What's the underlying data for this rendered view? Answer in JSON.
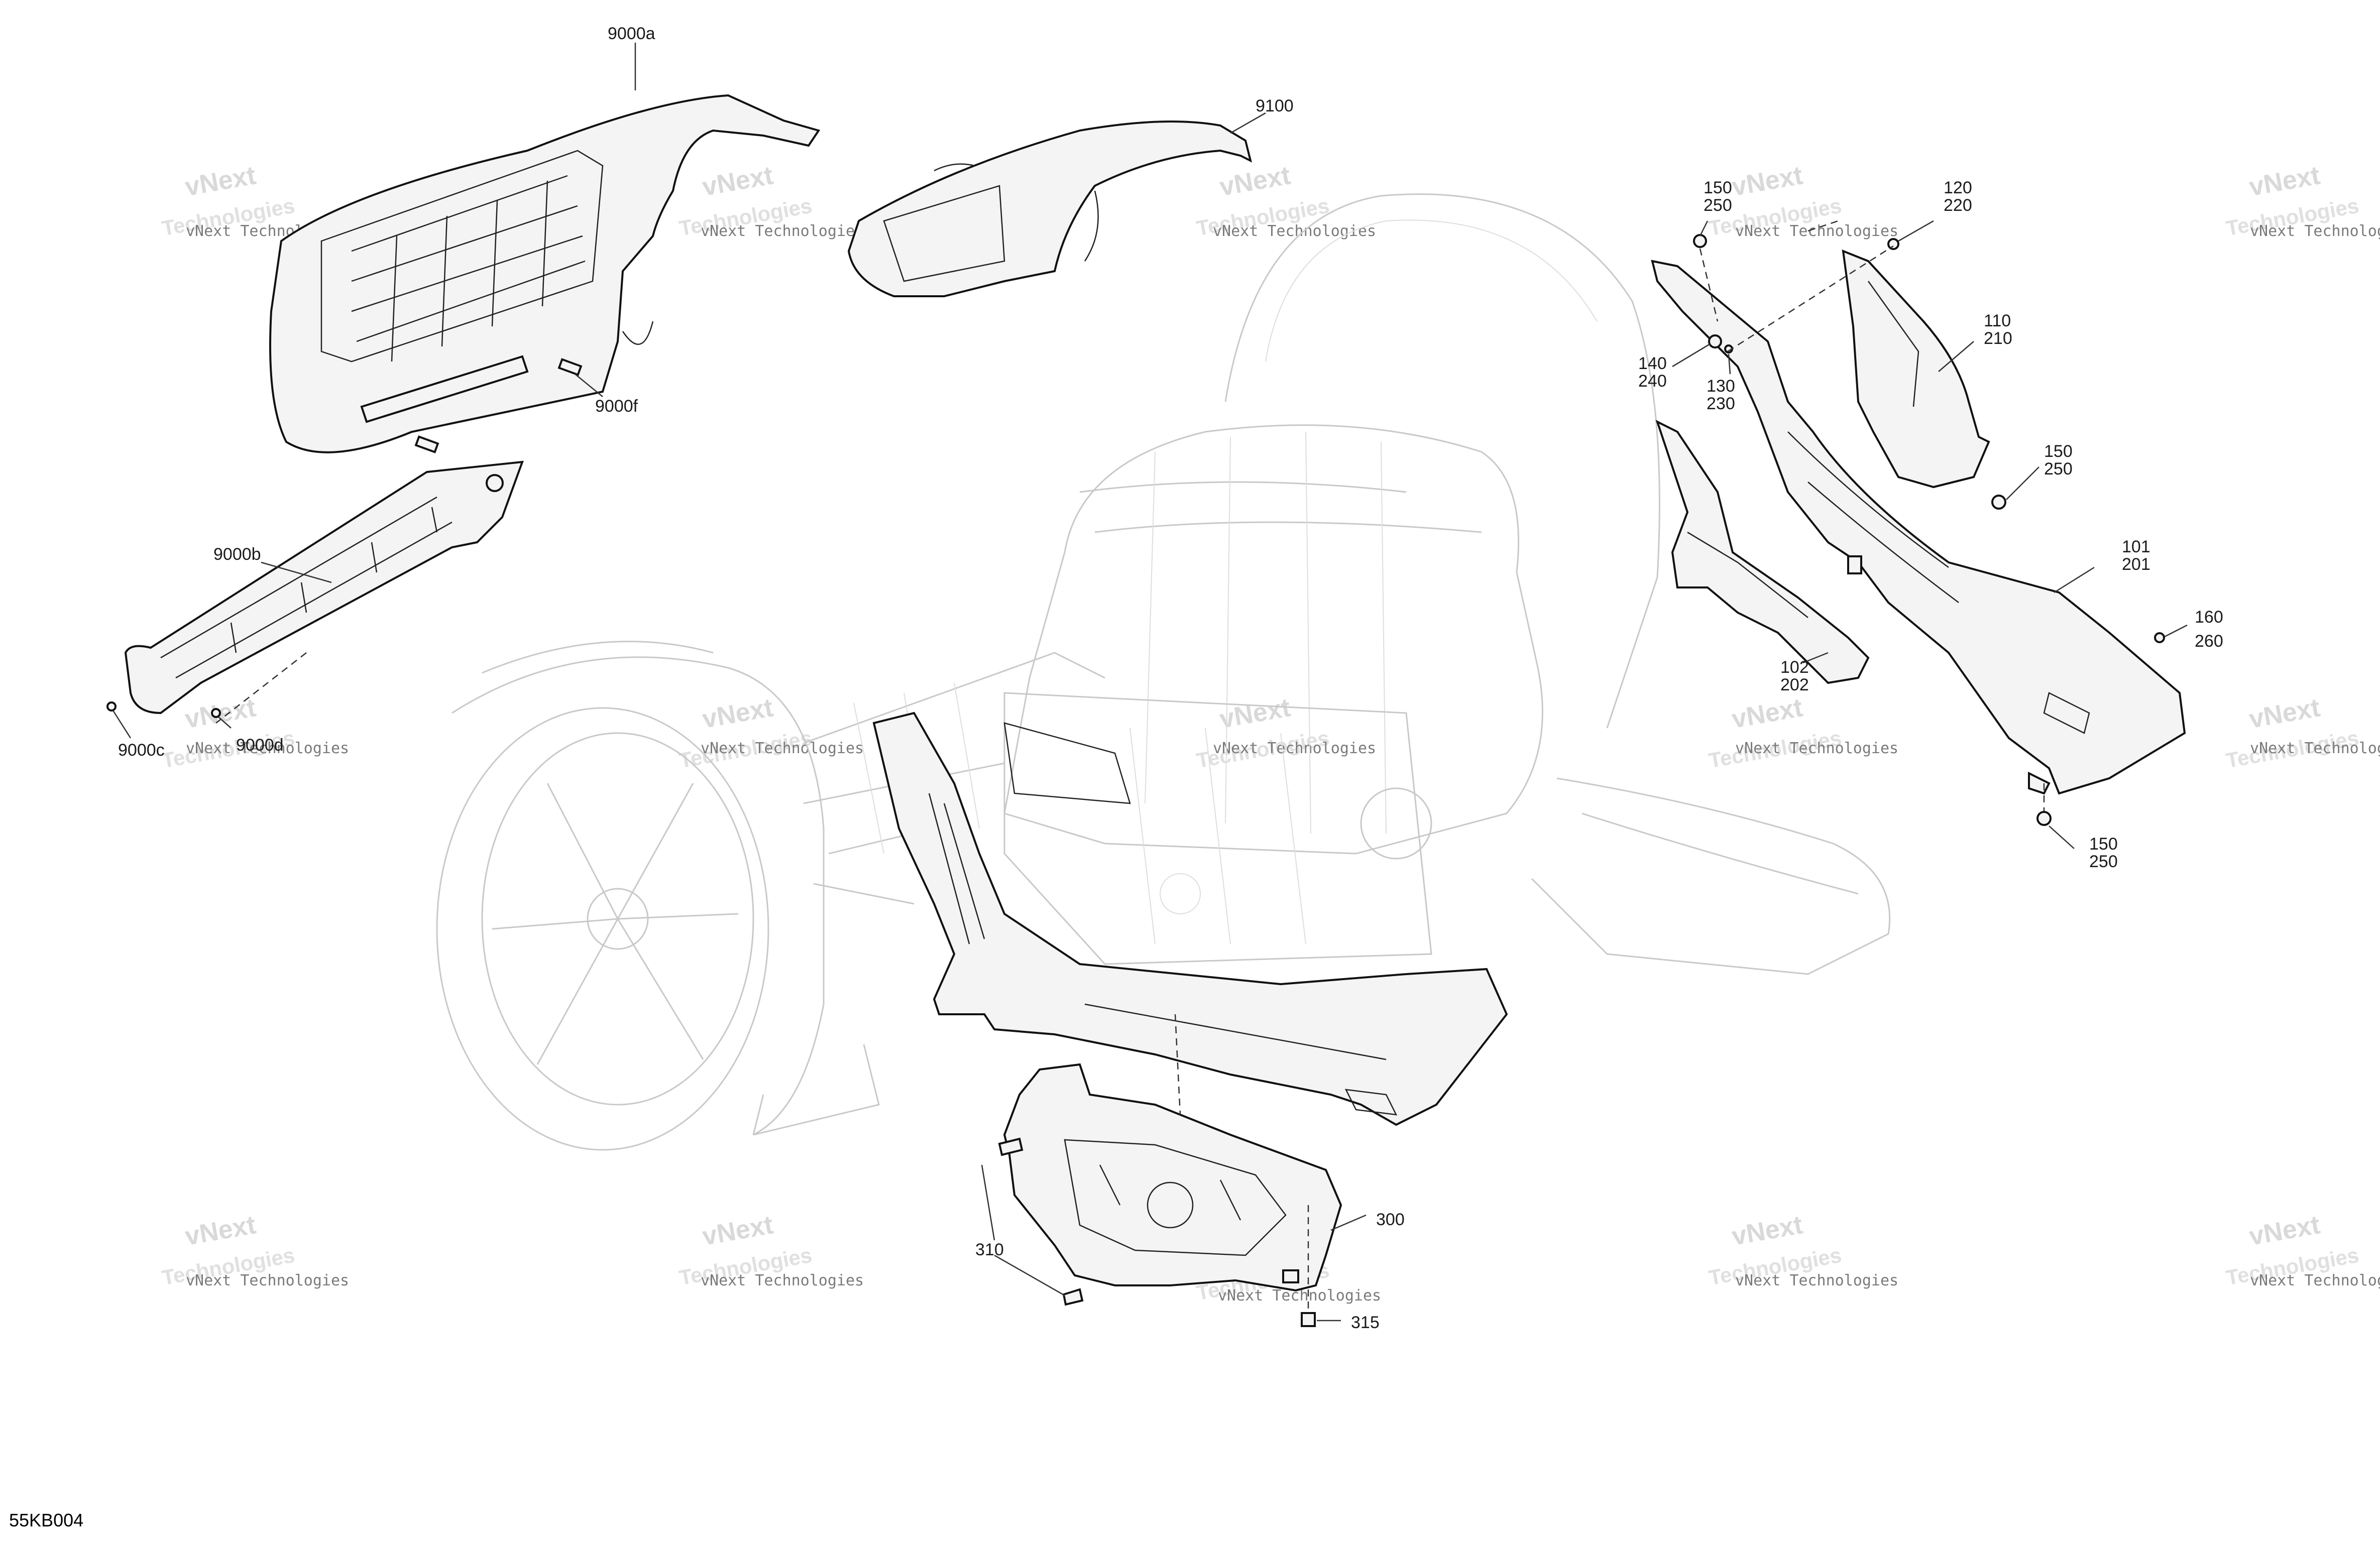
{
  "diagram": {
    "code": "55KB004",
    "watermark": {
      "line1": "vNext Technologies",
      "line2": "vNext",
      "line3": "Technologies"
    },
    "callouts": [
      {
        "id": "9000a",
        "lines": [
          "9000a"
        ]
      },
      {
        "id": "9100",
        "lines": [
          "9100"
        ]
      },
      {
        "id": "9000f",
        "lines": [
          "9000f"
        ]
      },
      {
        "id": "9000b",
        "lines": [
          "9000b"
        ]
      },
      {
        "id": "9000c",
        "lines": [
          "9000c"
        ]
      },
      {
        "id": "9000d",
        "lines": [
          "9000d"
        ]
      },
      {
        "id": "150-250-a",
        "lines": [
          "150",
          "250"
        ]
      },
      {
        "id": "120-220",
        "lines": [
          "120",
          "220"
        ]
      },
      {
        "id": "110-210",
        "lines": [
          "110",
          "210"
        ]
      },
      {
        "id": "140-240",
        "lines": [
          "140",
          "240"
        ]
      },
      {
        "id": "130-230",
        "lines": [
          "130",
          "230"
        ]
      },
      {
        "id": "150-250-b",
        "lines": [
          "150",
          "250"
        ]
      },
      {
        "id": "101-201",
        "lines": [
          "101",
          "201"
        ]
      },
      {
        "id": "160-260",
        "lines": [
          "160",
          "260"
        ]
      },
      {
        "id": "102-202",
        "lines": [
          "102",
          "202"
        ]
      },
      {
        "id": "150-250-c",
        "lines": [
          "150",
          "250"
        ]
      },
      {
        "id": "300",
        "lines": [
          "300"
        ]
      },
      {
        "id": "310",
        "lines": [
          "310"
        ]
      },
      {
        "id": "315",
        "lines": [
          "315"
        ]
      }
    ]
  }
}
